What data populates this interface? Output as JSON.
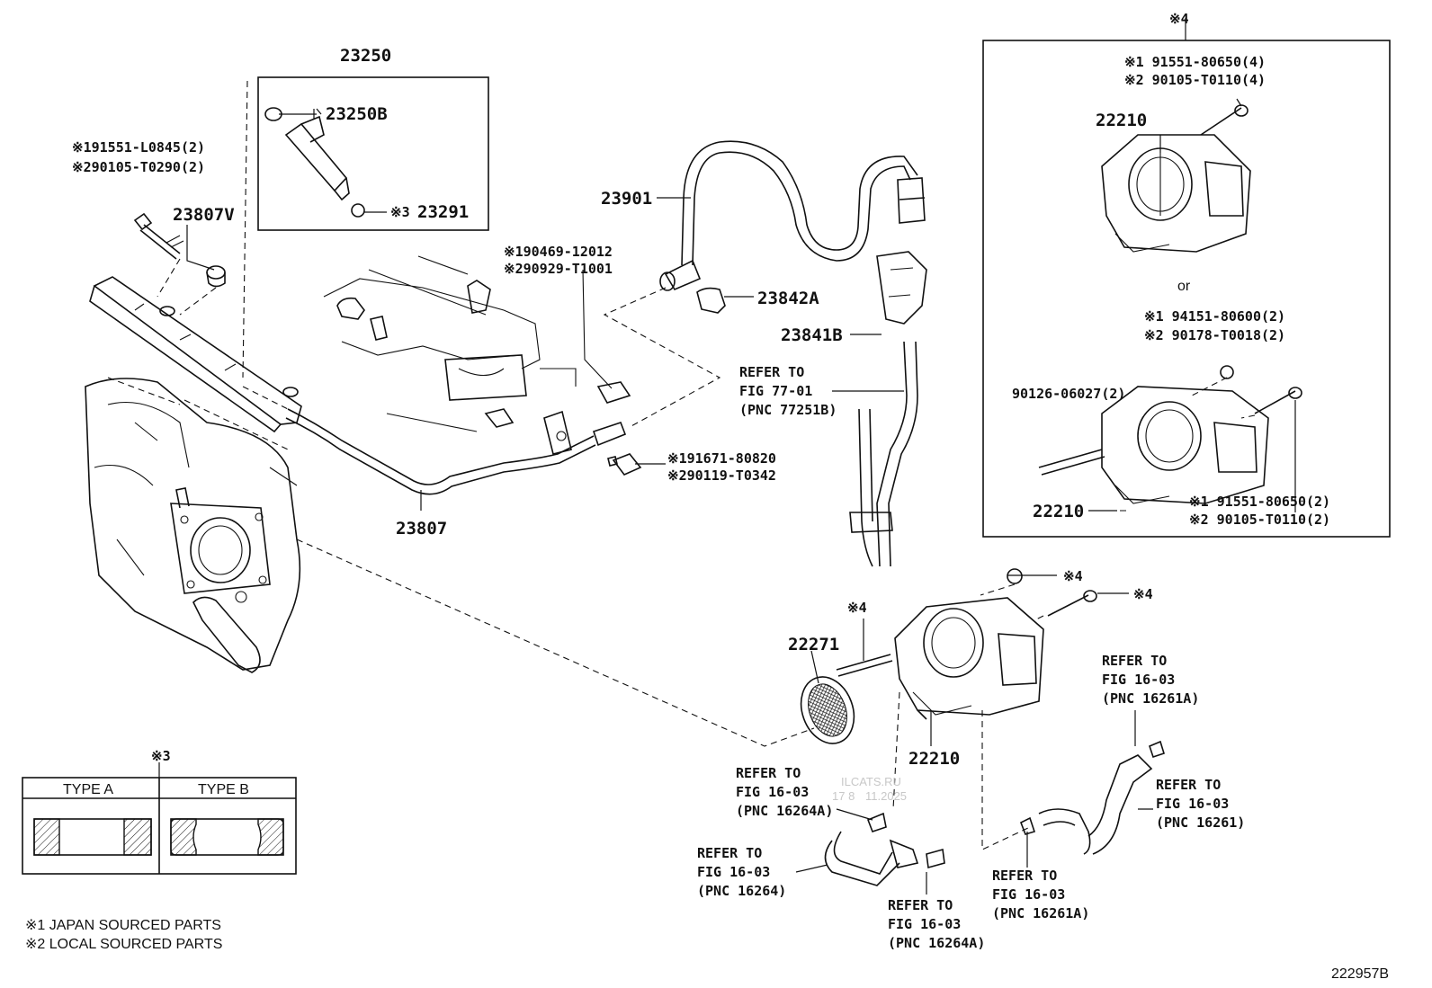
{
  "diagram_code": "222957B",
  "watermark": {
    "line1": "ILCATS.RU",
    "line2": "11.2025"
  },
  "watermark_prefix": "17 8",
  "fuel_injector_box": {
    "title": "23250",
    "o_ring": "23250B",
    "insulator_mark": "※3",
    "insulator": "23291"
  },
  "fuel_rail": {
    "bolt_line1": "※191551-L0845(2)",
    "bolt_line2": "※290105-T0290(2)",
    "delivery_pipe_spacer": "23807V",
    "fuel_pipe": "23807"
  },
  "clamp": {
    "line1": "※190469-12012",
    "line2": "※290929-T1001"
  },
  "pipe_bolt": {
    "line1": "※191671-80820",
    "line2": "※290119-T0342"
  },
  "fuel_tube": {
    "hose": "23901",
    "clamp": "23842A",
    "clip": "23841B",
    "refer": [
      "REFER TO",
      "FIG 77-01",
      "(PNC 77251B)"
    ]
  },
  "throttle_box": {
    "note_mark": "※4",
    "top": {
      "line1": "※1  91551-80650(4)",
      "line2": "※2  90105-T0110(4)",
      "body": "22210"
    },
    "separator": "or",
    "bottom": {
      "line1": "※1  94151-80600(2)",
      "line2": "※2  90178-T0018(2)",
      "stud": "90126-06027(2)",
      "body": "22210",
      "bolt1": "※1  91551-80650(2)",
      "bolt2": "※2  90105-T0110(2)"
    }
  },
  "throttle_main": {
    "nut_mark": "※4",
    "bolt_mark": "※4",
    "stud_mark": "※4",
    "gasket": "22271",
    "body": "22210"
  },
  "refers": {
    "r16261a_top": [
      "REFER TO",
      "FIG 16-03",
      "(PNC 16261A)"
    ],
    "r16261": [
      "REFER TO",
      "FIG 16-03",
      "(PNC 16261)"
    ],
    "r16264a_upper": [
      "REFER TO",
      "FIG 16-03",
      "(PNC 16264A)"
    ],
    "r16264": [
      "REFER TO",
      "FIG 16-03",
      "(PNC 16264)"
    ],
    "r16264a_lower": [
      "REFER TO",
      "FIG 16-03",
      "(PNC 16264A)"
    ],
    "r16261a_bottom": [
      "REFER TO",
      "FIG 16-03",
      "(PNC 16261A)"
    ]
  },
  "type_table": {
    "mark": "※3",
    "col_a": "TYPE A",
    "col_b": "TYPE B"
  },
  "legend": [
    "※1 JAPAN SOURCED PARTS",
    "※2 LOCAL SOURCED PARTS"
  ]
}
